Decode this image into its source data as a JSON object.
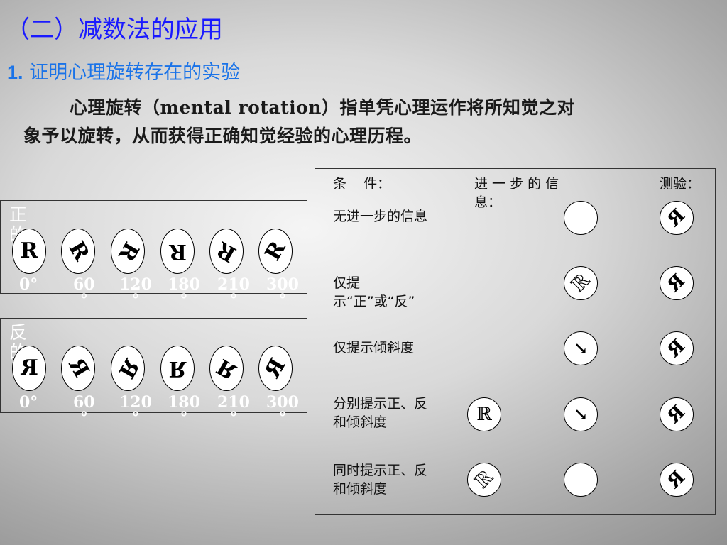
{
  "slide": {
    "title": "（二）减数法的应用",
    "heading_number": "1.",
    "heading_text": " 证明心理旋转存在的实验",
    "paragraph_line1": "心理旋转（mental rotation）指单凭心理运作将所知觉之对",
    "paragraph_line2": "象予以旋转，从而获得正确知觉经验的心理历程。"
  },
  "stimuli": {
    "upright": {
      "label": "正的",
      "glyph": "R",
      "angles": [
        "0°",
        "60\n°",
        "120\n°",
        "180\n°",
        "210\n°",
        "300\n°"
      ],
      "rotations_deg": [
        0,
        60,
        120,
        180,
        210,
        300
      ]
    },
    "mirror": {
      "label": "反的",
      "glyph": "R",
      "angles": [
        "0°",
        "60\n°",
        "120\n°",
        "180\n°",
        "210\n°",
        "300\n°"
      ],
      "rotations_deg": [
        0,
        60,
        120,
        180,
        210,
        300
      ]
    }
  },
  "table": {
    "header_condition": "条    件：",
    "header_info": "进 一 步 的 信 息：",
    "header_test": "测验：",
    "rows": [
      {
        "condition": "无进一步的信息",
        "info_glyph": "",
        "test_glyph": "R"
      },
      {
        "condition": "仅提示“正”或“反”",
        "info_glyph": "R",
        "test_glyph": "R"
      },
      {
        "condition": "仅提示倾斜度",
        "info_glyph": "↘",
        "test_glyph": "R"
      },
      {
        "condition": "分别提示正、反和倾斜度",
        "pre_glyph": "ℝ",
        "info_glyph": "↘",
        "test_glyph": "R"
      },
      {
        "condition": "同时提示正、反和倾斜度",
        "pre_glyph": "R",
        "info_glyph": "",
        "test_glyph": "R"
      }
    ]
  },
  "colors": {
    "title": "#1a1aff",
    "heading": "#1a73e8",
    "angle_text": "#ffffff"
  }
}
